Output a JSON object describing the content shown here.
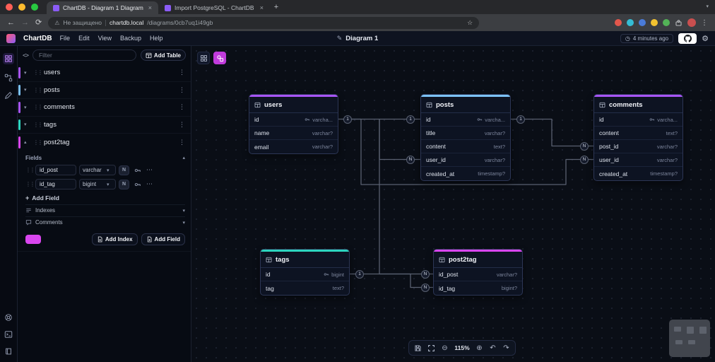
{
  "icons": {
    "close": "×",
    "new_tab": "+",
    "overflow_chevron": "▾",
    "back": "←",
    "forward": "→",
    "reload": "⟳",
    "bookmark_star": "☆",
    "warning": "⚠",
    "kebab_menu": "⋮",
    "code_toggle": "<>",
    "chevron_down": "▾",
    "chevron_up": "▴",
    "grip": "⋮⋮",
    "row_menu": "⋮",
    "ellipsis_menu": "⋯",
    "plus": "+",
    "pencil": "✎",
    "clock": "◷",
    "gear": "⚙",
    "zoom_out": "⊖",
    "zoom_in": "⊕",
    "undo": "↶",
    "redo": "↷"
  },
  "browser": {
    "tabs": [
      {
        "title": "ChartDB - Diagram 1 Diagram"
      },
      {
        "title": "Import PostgreSQL - ChartDB"
      }
    ],
    "security_text": "Не защищено",
    "url_host": "chartdb.local",
    "url_path": "/diagrams/0cb7uq1i49gb",
    "extension_colors": [
      "#e2574c",
      "#35bcd4",
      "#4a7bd9",
      "#f2c230",
      "#53b257"
    ],
    "avatar_color": "#c94f4f"
  },
  "app": {
    "brand": "ChartDB",
    "menus": [
      "File",
      "Edit",
      "View",
      "Backup",
      "Help"
    ],
    "diagram_title": "Diagram 1",
    "last_saved": "4 minutes ago"
  },
  "side_panel": {
    "filter_placeholder": "Filter",
    "add_table": "Add Table",
    "tables": [
      {
        "name": "users",
        "color": "#a855f7"
      },
      {
        "name": "posts",
        "color": "#7cc2f7"
      },
      {
        "name": "comments",
        "color": "#a855f7"
      },
      {
        "name": "tags",
        "color": "#2dd4bf"
      },
      {
        "name": "post2tag",
        "color": "#d946ef"
      }
    ],
    "expanded": {
      "table": "post2tag",
      "fields_label": "Fields",
      "fields": [
        {
          "name": "id_post",
          "type": "varchar",
          "nullable": "N"
        },
        {
          "name": "id_tag",
          "type": "bigint",
          "nullable": "N"
        }
      ],
      "add_field": "Add Field",
      "indexes_label": "Indexes",
      "comments_label": "Comments",
      "color": "#d946ef",
      "add_index_button": "Add Index",
      "add_field_button": "Add Field"
    }
  },
  "canvas": {
    "zoom": "115%",
    "tables": [
      {
        "name": "users",
        "color": "#a855f7",
        "fields": [
          {
            "name": "id",
            "type": "varcha...",
            "pk": true
          },
          {
            "name": "name",
            "type": "varchar?"
          },
          {
            "name": "email",
            "type": "varchar?"
          }
        ]
      },
      {
        "name": "posts",
        "color": "#7cc2f7",
        "fields": [
          {
            "name": "id",
            "type": "varcha...",
            "pk": true
          },
          {
            "name": "title",
            "type": "varchar?"
          },
          {
            "name": "content",
            "type": "text?"
          },
          {
            "name": "user_id",
            "type": "varchar?"
          },
          {
            "name": "created_at",
            "type": "timestamp?"
          }
        ]
      },
      {
        "name": "comments",
        "color": "#a855f7",
        "fields": [
          {
            "name": "id",
            "type": "varcha...",
            "pk": true
          },
          {
            "name": "content",
            "type": "text?"
          },
          {
            "name": "post_id",
            "type": "varchar?"
          },
          {
            "name": "user_id",
            "type": "varchar?"
          },
          {
            "name": "created_at",
            "type": "timestamp?"
          }
        ]
      },
      {
        "name": "tags",
        "color": "#2dd4bf",
        "fields": [
          {
            "name": "id",
            "type": "bigint",
            "pk": true
          },
          {
            "name": "tag",
            "type": "text?"
          }
        ]
      },
      {
        "name": "post2tag",
        "color": "#d946ef",
        "fields": [
          {
            "name": "id_post",
            "type": "varchar?"
          },
          {
            "name": "id_tag",
            "type": "bigint?"
          }
        ]
      }
    ],
    "edges": [
      {
        "from": "users.id",
        "to": "posts.user_id",
        "source_label": "1",
        "target_label": "N"
      },
      {
        "from": "posts.id",
        "to": "post2tag.id_post",
        "source_label": "1",
        "target_label": "N"
      },
      {
        "from": "tags.id",
        "to": "post2tag.id_tag",
        "source_label": "1",
        "target_label": "N"
      },
      {
        "from": "posts.id",
        "to": "comments.post_id",
        "source_label": "1",
        "target_label": "N"
      },
      {
        "from": "users.id",
        "to": "comments.user_id",
        "target_label": "N"
      }
    ]
  }
}
